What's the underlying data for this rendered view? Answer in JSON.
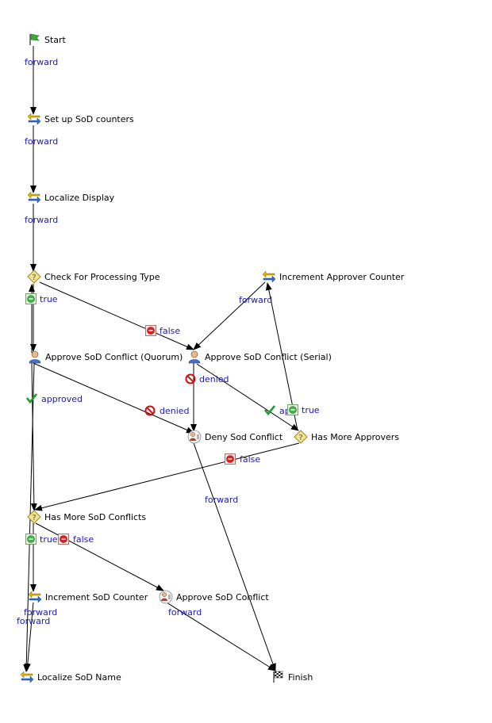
{
  "nodes": {
    "start": "Start",
    "setup": "Set up SoD counters",
    "localize_display": "Localize Display",
    "check_type": "Check For Processing Type",
    "increment_approver": "Increment Approver Counter",
    "approve_quorum": "Approve SoD Conflict (Quorum)",
    "approve_serial": "Approve SoD Conflict (Serial)",
    "deny": "Deny Sod Conflict",
    "has_more_approvers": "Has More Approvers",
    "has_more_conflicts": "Has More SoD Conflicts",
    "increment_counter": "Increment SoD Counter",
    "approve_conflict": "Approve SoD Conflict",
    "localize_name": "Localize SoD Name",
    "finish": "Finish"
  },
  "edges": {
    "forward": "forward",
    "true": "true",
    "false": "false",
    "approved": "approved",
    "denied": "denied",
    "ap_truncated": "ap"
  },
  "colors": {
    "edge_label": "#1a1ab0",
    "line": "#000000"
  }
}
